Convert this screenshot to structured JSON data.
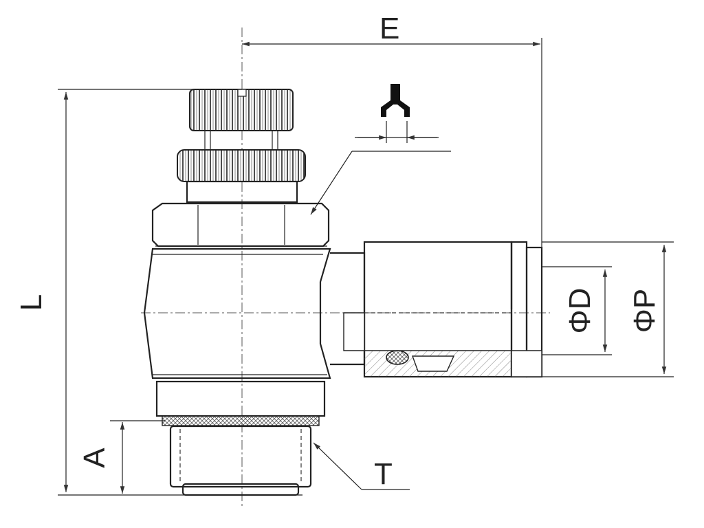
{
  "dimensions": {
    "E": "E",
    "L": "L",
    "A": "A",
    "T": "T",
    "D": "ΦD",
    "P": "ΦP"
  },
  "icons": {
    "tool": "screwdriver-slot-icon"
  }
}
